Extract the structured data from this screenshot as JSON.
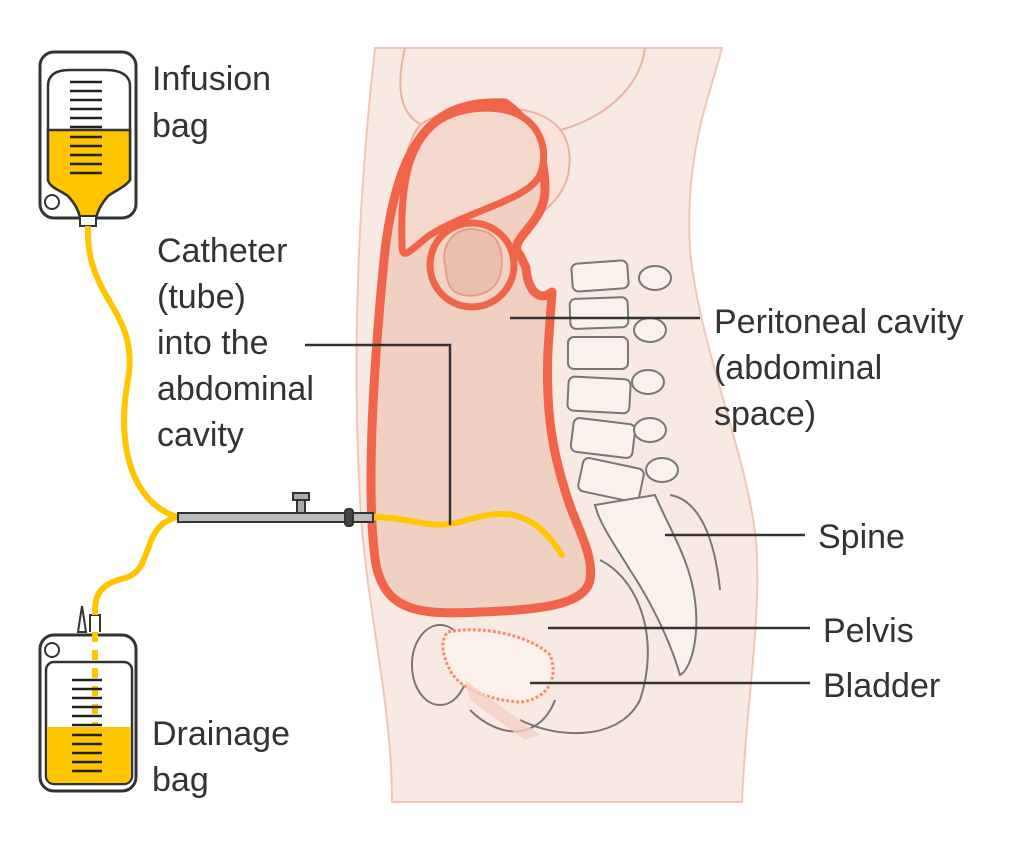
{
  "labels": {
    "infusion_bag": [
      "Infusion",
      "bag"
    ],
    "drainage_bag": [
      "Drainage",
      "bag"
    ],
    "catheter": [
      "Catheter",
      "(tube)",
      "into the",
      "abdominal",
      "cavity"
    ],
    "peritoneal_cavity": [
      "Peritoneal cavity",
      "(abdominal",
      "space)"
    ],
    "spine": "Spine",
    "pelvis": "Pelvis",
    "bladder": "Bladder"
  },
  "colors": {
    "fluid": "#ffc600",
    "peritoneum": "#f0654a",
    "body": "#f9e9e3",
    "cavity": "#f1d0c4"
  }
}
